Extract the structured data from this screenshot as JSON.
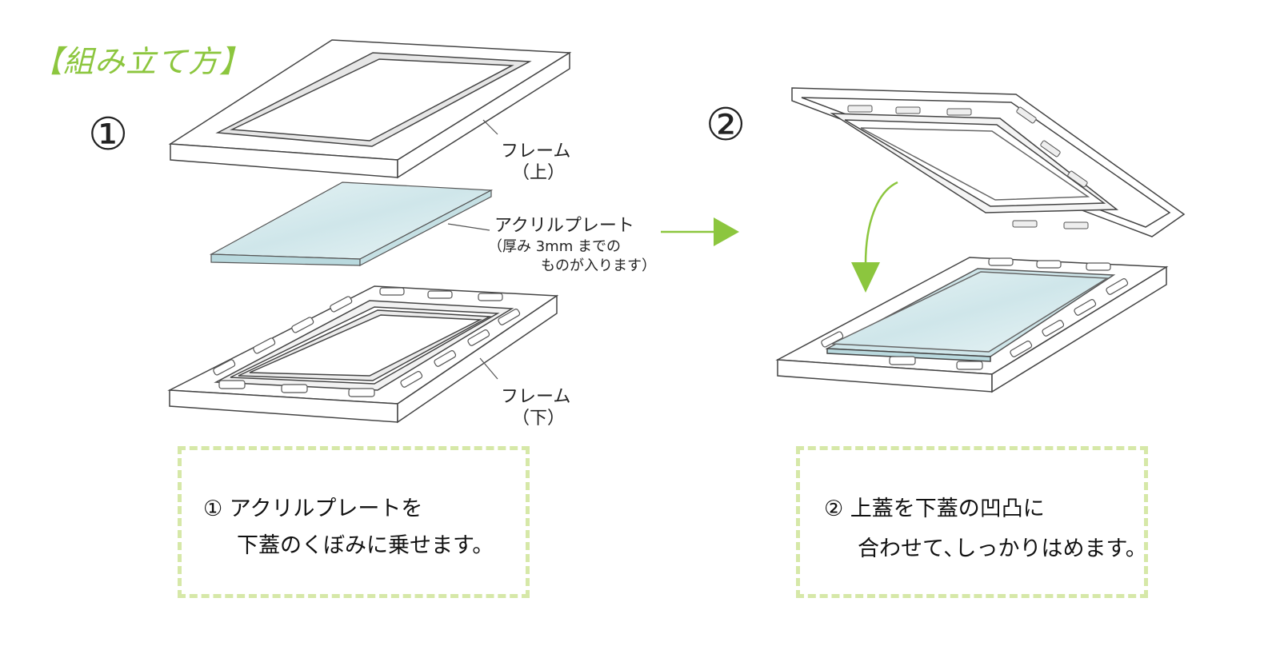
{
  "title": "【組み立て方】",
  "step1": {
    "number": "①"
  },
  "step2": {
    "number": "②"
  },
  "labels": {
    "frame_top_line1": "フレーム",
    "frame_top_line2": "（上）",
    "plate": "アクリルプレート",
    "plate_note_line1": "（厚み 3mm までの",
    "plate_note_line2": "ものが入ります）",
    "frame_bottom_line1": "フレーム",
    "frame_bottom_line2": "（下）"
  },
  "instructions": {
    "step1_line1": "① アクリルプレートを",
    "step1_line2": "下蓋のくぼみに乗せます。",
    "step2_line1": "② 上蓋を下蓋の凹凸に",
    "step2_line2": "合わせて､しっかりはめます。"
  },
  "colors": {
    "accent_green": "#8cc63e",
    "dash_border": "#d6e8a8",
    "plate_fill": "#dbeef0",
    "outline": "#444444"
  }
}
